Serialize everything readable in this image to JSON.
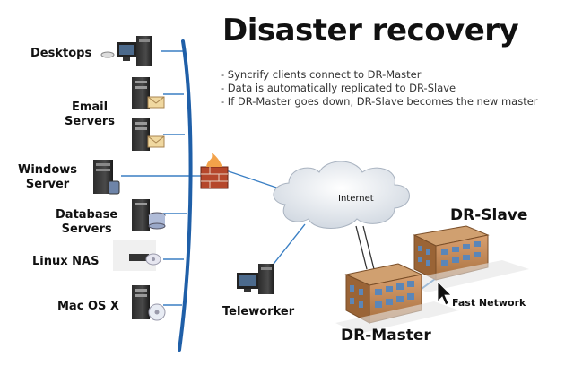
{
  "title": "Disaster recovery",
  "bullets": [
    "- Syncrify clients connect to DR-Master",
    "- Data is automatically replicated to DR-Slave",
    "- If DR-Master goes down, DR-Slave becomes the new master"
  ],
  "clients": [
    {
      "label": "Desktops",
      "icon": "desktop-computer-icon"
    },
    {
      "label": "Email\nServers",
      "icon": "email-server-icon"
    },
    {
      "label": "Windows\nServer",
      "icon": "windows-server-icon"
    },
    {
      "label": "Database\nServers",
      "icon": "database-server-icon"
    },
    {
      "label": "Linux NAS",
      "icon": "nas-icon"
    },
    {
      "label": "Mac OS X",
      "icon": "mac-tower-icon"
    }
  ],
  "firewall_icon": "firewall-icon",
  "internet_label": "Internet",
  "teleworker_label": "Teleworker",
  "dr_slave_label": "DR-Slave",
  "dr_master_label": "DR-Master",
  "fast_network_label": "Fast Network",
  "colors": {
    "backbone": "#1f5fa8",
    "link": "#3a7fc4",
    "cloud": "#d6dde6",
    "building_wall": "#c98e5e",
    "building_window": "#5b86b8",
    "firewall": "#b5472b"
  }
}
